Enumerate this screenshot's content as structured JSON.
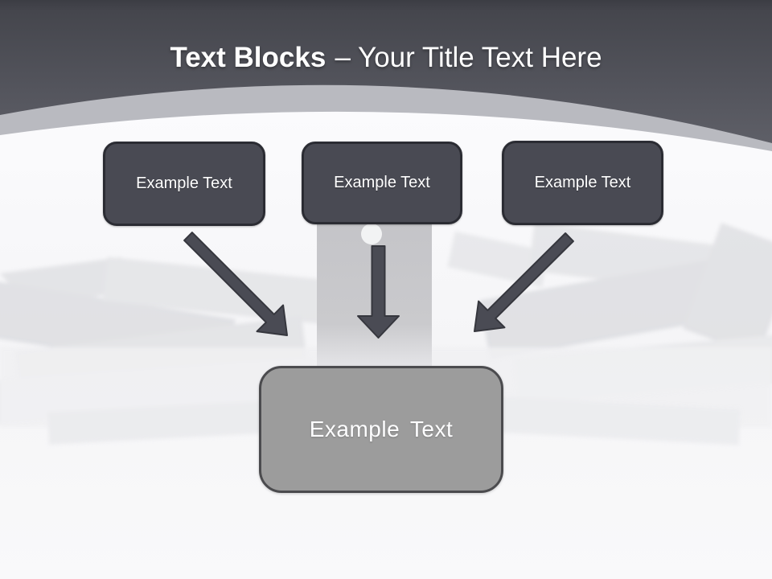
{
  "slide": {
    "header": {
      "title_bold": "Text Blocks",
      "title_rest": "– Your Title Text Here"
    },
    "diagram": {
      "source_blocks": [
        {
          "label": "Example Text"
        },
        {
          "label": "Example Text"
        },
        {
          "label": "Example Text"
        }
      ],
      "target_block": {
        "label": "Example Text"
      },
      "connectors": [
        {
          "name": "arrow-left",
          "direction": "down-right"
        },
        {
          "name": "arrow-center",
          "direction": "down"
        },
        {
          "name": "arrow-right",
          "direction": "down-left"
        }
      ]
    },
    "colors": {
      "header_dark": "#4a4b53",
      "header_band": "#b9bac0",
      "block_fill": "#494a53",
      "block_border": "#2b2c33",
      "block_text": "#ffffff",
      "target_fill": "#9c9c9c",
      "target_border": "#4b4b4e",
      "arrow_fill": "#4a4b54",
      "arrow_stroke": "#36373e",
      "background": "#f8f8fa"
    }
  }
}
